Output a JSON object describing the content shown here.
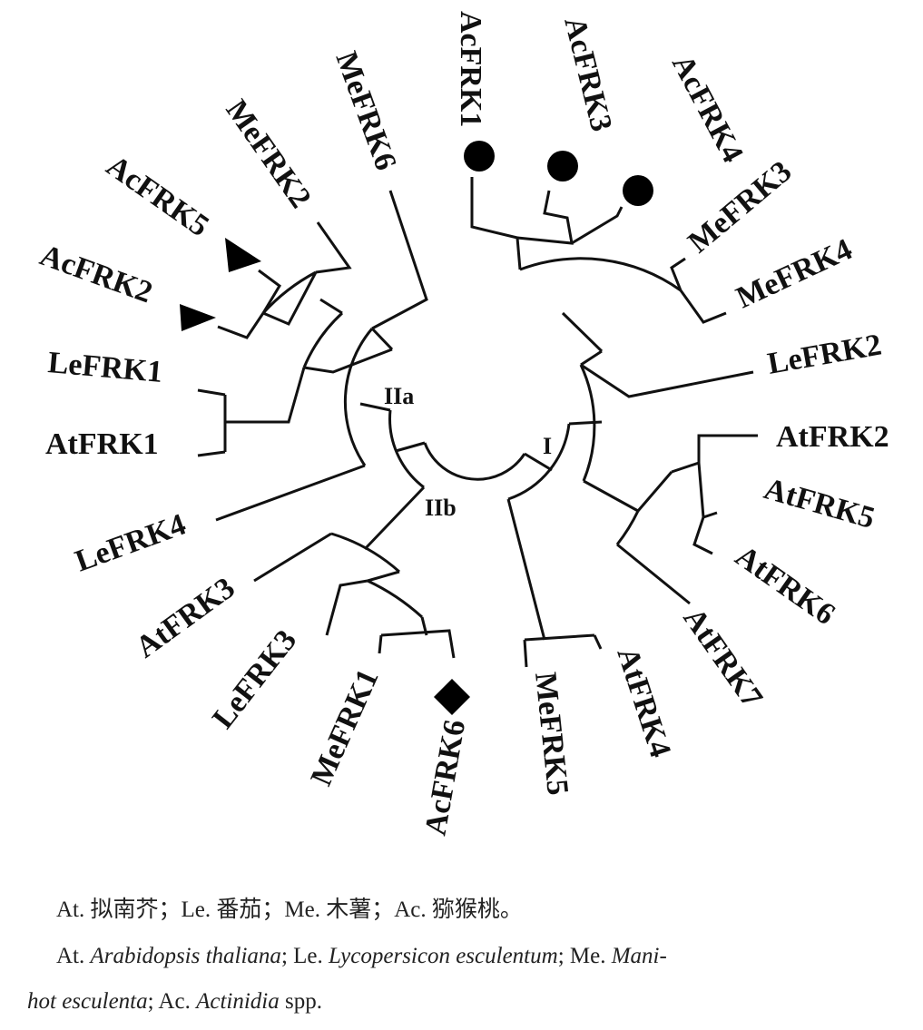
{
  "tree": {
    "clades": {
      "I": "I",
      "IIa": "IIa",
      "IIb": "IIb"
    },
    "leaves": {
      "AcFRK1": "AcFRK1",
      "AcFRK3": "AcFRK3",
      "AcFRK4": "AcFRK4",
      "MeFRK3": "MeFRK3",
      "MeFRK4": "MeFRK4",
      "LeFRK2": "LeFRK2",
      "AtFRK2": "AtFRK2",
      "AtFRK5": "AtFRK5",
      "AtFRK6": "AtFRK6",
      "AtFRK7": "AtFRK7",
      "AtFRK4": "AtFRK4",
      "MeFRK5": "MeFRK5",
      "AcFRK6": "AcFRK6",
      "MeFRK1": "MeFRK1",
      "LeFRK3": "LeFRK3",
      "AtFRK3": "AtFRK3",
      "LeFRK4": "LeFRK4",
      "AtFRK1": "AtFRK1",
      "LeFRK1": "LeFRK1",
      "AcFRK2": "AcFRK2",
      "AcFRK5": "AcFRK5",
      "MeFRK2": "MeFRK2",
      "MeFRK6": "MeFRK6"
    },
    "markers": {
      "circle": [
        "AcFRK1",
        "AcFRK3",
        "AcFRK4"
      ],
      "triangle": [
        "AcFRK5",
        "AcFRK2"
      ],
      "diamond": [
        "AcFRK6"
      ]
    }
  },
  "caption": {
    "line1": "At. 拟南芥；Le. 番茄；Me. 木薯；Ac. 猕猴桃。",
    "at": "At.",
    "at_name": "Arabidopsis thaliana",
    "le": "; Le.",
    "le_name": "Lycopersicon esculentum",
    "me": "; Me.",
    "me_name1": "Mani-",
    "me_name2": "hot esculenta",
    "ac": "; Ac.",
    "ac_name": "Actinidia",
    "ac_spp": "spp."
  }
}
